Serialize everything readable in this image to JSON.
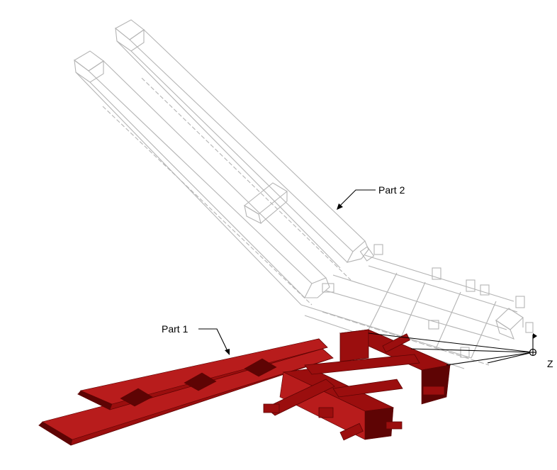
{
  "callouts": {
    "part1": "Part 1",
    "part2": "Part 2"
  },
  "axis": {
    "z_label": "Z"
  },
  "colors": {
    "part1_fill": "#9b0e0e",
    "part1_dark": "#5e0404",
    "part1_light": "#b81c1c",
    "part2_wire": "#b4b4b4",
    "leader": "#000000"
  }
}
